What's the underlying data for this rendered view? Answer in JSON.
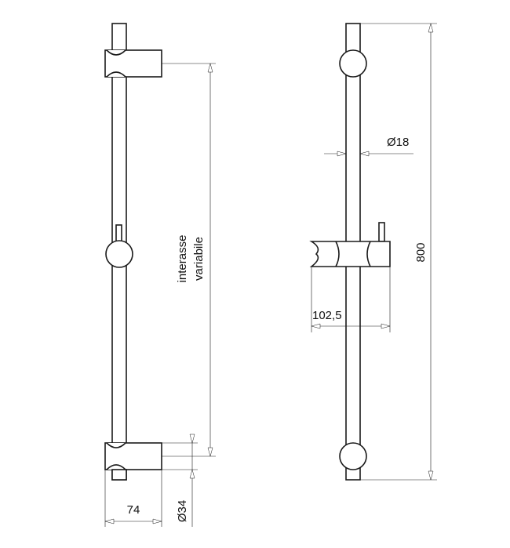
{
  "drawing": {
    "labels": {
      "center_distance": "interasse",
      "center_distance_2": "variabile",
      "width_74": "74",
      "diameter_34": "Ø34",
      "diameter_18": "Ø18",
      "offset_102_5": "102,5",
      "height_800": "800"
    }
  }
}
